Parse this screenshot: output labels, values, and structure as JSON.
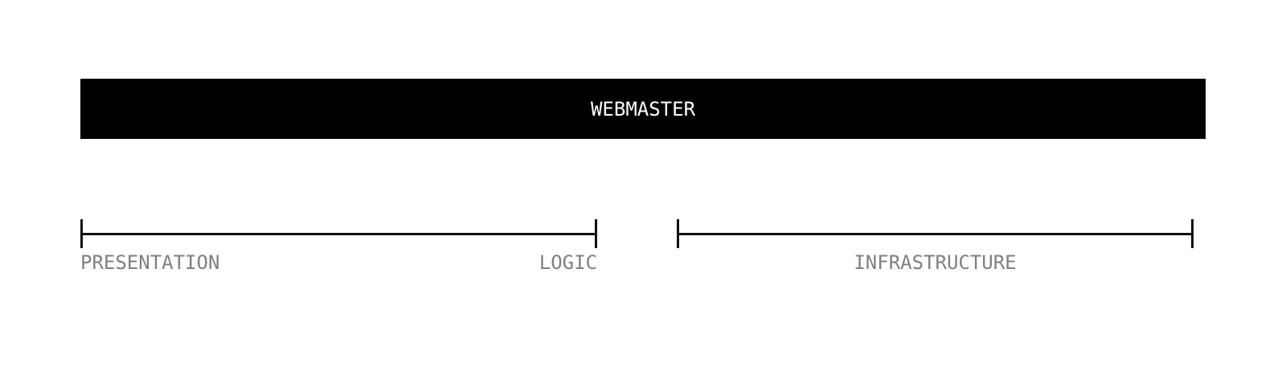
{
  "diagram": {
    "title": "WEBMASTER",
    "spans": {
      "left": {
        "start_label": "PRESENTATION",
        "end_label": "LOGIC"
      },
      "right": {
        "center_label": "INFRASTRUCTURE"
      }
    },
    "colors": {
      "bar_background": "#000000",
      "bar_text": "#ffffff",
      "line": "#111111",
      "label_text": "#808080",
      "page_background": "#ffffff"
    }
  }
}
